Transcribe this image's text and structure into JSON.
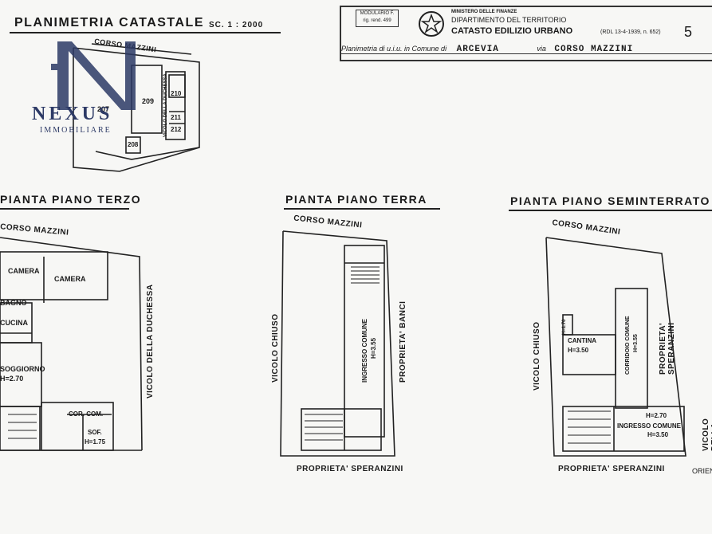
{
  "header": {
    "title": "PLANIMETRIA CATASTALE",
    "scale_label": "SC. 1 : 2000",
    "stamp": "MODULARIO F. rig. rend. 499",
    "ministry": "MINISTERO DELLE FINANZE",
    "department": "DIPARTIMENTO DEL TERRITORIO",
    "catasto": "CATASTO EDILIZIO URBANO",
    "law_ref": "(RDL 13-4-1939, n. 652)",
    "sheet_number": "5",
    "comune_prefix": "Planimetria di u.i.u. in Comune di",
    "comune": "ARCEVIA",
    "via_prefix": "via",
    "via": "CORSO MAZZINI"
  },
  "logo": {
    "brand": "NEXUS",
    "sub": "IMMOBILIARE"
  },
  "site_map": {
    "street": "CORSO MAZZINI",
    "lots": [
      "207",
      "209",
      "210",
      "211",
      "212",
      "208"
    ],
    "vicolo": "VICOLO DELLA DUCHESSA"
  },
  "plans": {
    "terzo": {
      "title": "PIANTA PIANO TERZO",
      "street": "CORSO MAZZINI",
      "rooms": [
        "CAMERA",
        "CAMERA",
        "BAGNO",
        "CUCINA",
        "SOGGIORNO",
        "H=2.70",
        "COR. COM.",
        "SOF.",
        "H=1.75"
      ],
      "side_street": "VICOLO DELLA DUCHESSA"
    },
    "terra": {
      "title": "PIANTA PIANO TERRA",
      "street": "CORSO MAZZINI",
      "left_street": "VICOLO CHIUSO",
      "right_label": "PROPRIETA' BANCI",
      "room": "INGRESSO COMUNE",
      "room_h": "H=3.55",
      "bottom": "PROPRIETA' SPERANZINI"
    },
    "seminterrato": {
      "title": "PIANTA PIANO SEMINTERRATO",
      "street": "CORSO MAZZINI",
      "left_street": "VICOLO CHIUSO",
      "right_label": "PROPRIETA' SPERANZINI",
      "room_cantina": "CANTINA",
      "cantina_h": "H=3.50",
      "corridor": "CORRIDOIO COMUNE",
      "corridor_h": "H=3.55",
      "ingresso": "INGRESSO COMUNE",
      "ingresso_h": "H=3.50",
      "h_upper": "H=2.70",
      "h_small": "H=1.70",
      "side": "VICOLO DELLA",
      "bottom": "PROPRIETA' SPERANZINI",
      "orient": "ORIEN"
    }
  }
}
